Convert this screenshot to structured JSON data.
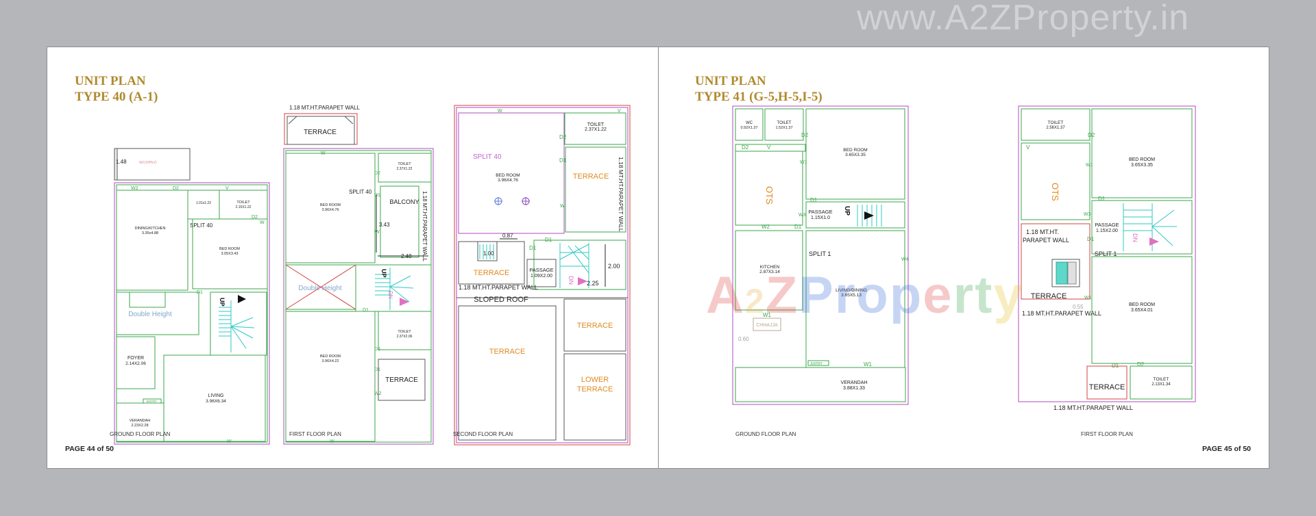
{
  "watermark": {
    "top_text": "www.A2ZProperty.in",
    "brand": [
      "A",
      "2",
      "Z",
      " ",
      "P",
      "r",
      "o",
      "p",
      "e",
      "r",
      "t",
      "y"
    ]
  },
  "left_page": {
    "title_line1": "UNIT PLAN",
    "title_line2": "TYPE 40 (A-1)",
    "page_number": "PAGE 44 of 50",
    "captions": {
      "ground": "GROUND FLOOR PLAN",
      "first": "FIRST FLOOR PLAN",
      "second": "SECOND FLOOR PLAN"
    },
    "ground": {
      "dim_148": "1.48",
      "w2": "W2",
      "d2": "D2",
      "v": "V",
      "w": "W",
      "d1": "D1",
      "up": "UP",
      "box_small": "1.01x1.22",
      "toilet": "TOILET",
      "toilet_dim": "2.15X1.22",
      "split": "SPLIT 40",
      "dining": "DINING/KITCHEN",
      "dining_dim": "3.35x4.88",
      "bed": "BED ROOM",
      "bed_dim": "3.05X3.43",
      "double_height": "Double Height",
      "foyer": "FOYER",
      "foyer_dim": "2.14X2.06",
      "living": "LIVING",
      "living_dim": "3.96X6.34",
      "verandah": "VERANDAH",
      "verandah_dim": "2.23X2.28",
      "entry": "ENTRY"
    },
    "first": {
      "parapet": "1.18 MT.HT.PARAPET WALL",
      "terrace_top": "TERRACE",
      "w": "W",
      "d2": "D2",
      "d1": "D1",
      "up": "UP",
      "toilet": "TOILET",
      "toilet_dim": "2.37X1.22",
      "split": "SPLIT 40",
      "bed1": "BED ROOM",
      "bed1_dim": "3.96X4.76",
      "balcony": "BALCONY",
      "dim_343": "3.43",
      "dim_248": "2.48",
      "parapet_vertical": "1.18 MT.HT.PARAPET WALL",
      "double_height": "Double Height",
      "bed2": "BED ROOM",
      "bed2_dim": "3.96X4.22",
      "toilet2": "TOILET",
      "toilet2_dim": "2.37X2.06",
      "terrace_bottom": "TERRACE",
      "w2": "W2"
    },
    "second": {
      "w": "W",
      "v": "V",
      "d2": "D2",
      "d1": "D1",
      "toilet": "TOILET",
      "toilet_dim": "2.37X1.22",
      "split": "SPLIT 40",
      "bed": "BED ROOM",
      "bed_dim": "3.96X4.76",
      "terrace_right": "TERRACE",
      "parapet_vertical": "1.18 MT.HT.PARAPET WALL",
      "dim_087": "0.87",
      "dim_100": "1.00",
      "dim_200": "2.00",
      "dim_225": "2.25",
      "terrace_mid": "TERRACE",
      "passage": "PASSAGE",
      "passage_dim": "1.09X2.00",
      "parapet": "1.18 MT.HT.PARAPET WALL",
      "sloped_roof": "SLOPED ROOF",
      "terrace_bottom": "TERRACE",
      "terrace_br": "TERRACE",
      "lower_terrace_1": "LOWER",
      "lower_terrace_2": "TERRACE"
    }
  },
  "right_page": {
    "title_line1": "UNIT PLAN",
    "title_line2": "TYPE 41 (G-5,H-5,I-5)",
    "page_number": "PAGE 45 of 50",
    "captions": {
      "ground": "GROUND FLOOR PLAN",
      "first": "FIRST FLOOR PLAN"
    },
    "ground": {
      "wc": "WC",
      "wc_dim": "0.92X1.37",
      "toilet": "TOILET",
      "toilet_dim": "1.52X1.37",
      "d2": "D2",
      "v": "V",
      "w1": "W1",
      "w2": "W2",
      "w3": "W3",
      "w4": "W4",
      "d1": "D1",
      "up": "UP",
      "bed": "BED ROOM",
      "bed_dim": "3.65X3.35",
      "otl": "OTS",
      "passage": "PASSAGE",
      "passage_dim": "1.15X1.0",
      "split": "SPLIT 1",
      "kitchen": "KITCHEN",
      "kitchen_dim": "2.87X3.14",
      "living": "LIVING/DINING",
      "living_dim": "3.65X5.13",
      "chhajja": "CHHAJJA",
      "dim_060": "0.60",
      "entry": "ENTRY",
      "verandah": "VERANDAH",
      "verandah_dim": "3.88X1.33"
    },
    "first": {
      "toilet": "TOILET",
      "toilet_dim": "2.56X1.37",
      "d2": "D2",
      "v": "V",
      "w1": "W1",
      "w3": "W3",
      "d1": "D1",
      "dn": "DN",
      "otl": "OTS",
      "bed": "BED ROOM",
      "bed_dim": "3.65X3.35",
      "passage": "PASSAGE",
      "passage_dim": "1.15X2.00",
      "parapet_a1": "1.18 MT.HT.",
      "parapet_a2": "PARAPET WALL",
      "split": "SPLIT 1",
      "terrace": "TERRACE",
      "dim_055": "0.55",
      "parapet_b": "1.18 MT.HT.PARAPET WALL",
      "bed2": "BED ROOM",
      "bed2_dim": "3.65X4.01",
      "terrace2": "TERRACE",
      "toilet2": "TOILET",
      "toilet2_dim": "2.13X1.34",
      "parapet_c": "1.18 MT.HT.PARAPET WALL"
    }
  },
  "colors": {
    "title": "#b08a2e",
    "green": "#3aa64a",
    "magenta": "#b04ac0",
    "red": "#d64040",
    "cyan": "#2ec8c0",
    "orange": "#e08a1e",
    "blue": "#3a55c8"
  }
}
